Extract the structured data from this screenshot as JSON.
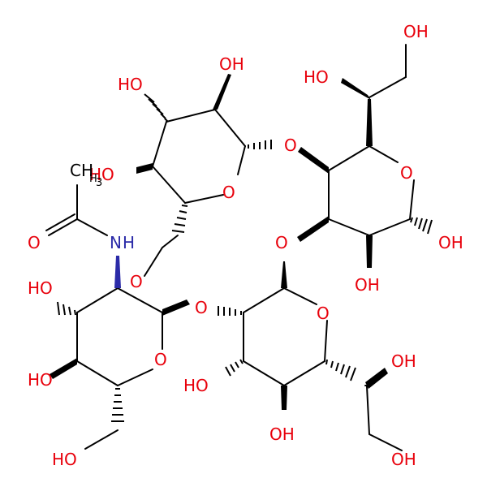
{
  "colors": {
    "bond": "#000000",
    "oxygen": "#e8000b",
    "nitrogen": "#2b2ba8",
    "carbon": "#000000",
    "background": "#ffffff"
  },
  "atom_labels": {
    "oh": "OH",
    "ho": "HO",
    "o": "O",
    "n": "N",
    "h": "H",
    "ch": "CH",
    "h3": "H",
    "three": "3"
  }
}
